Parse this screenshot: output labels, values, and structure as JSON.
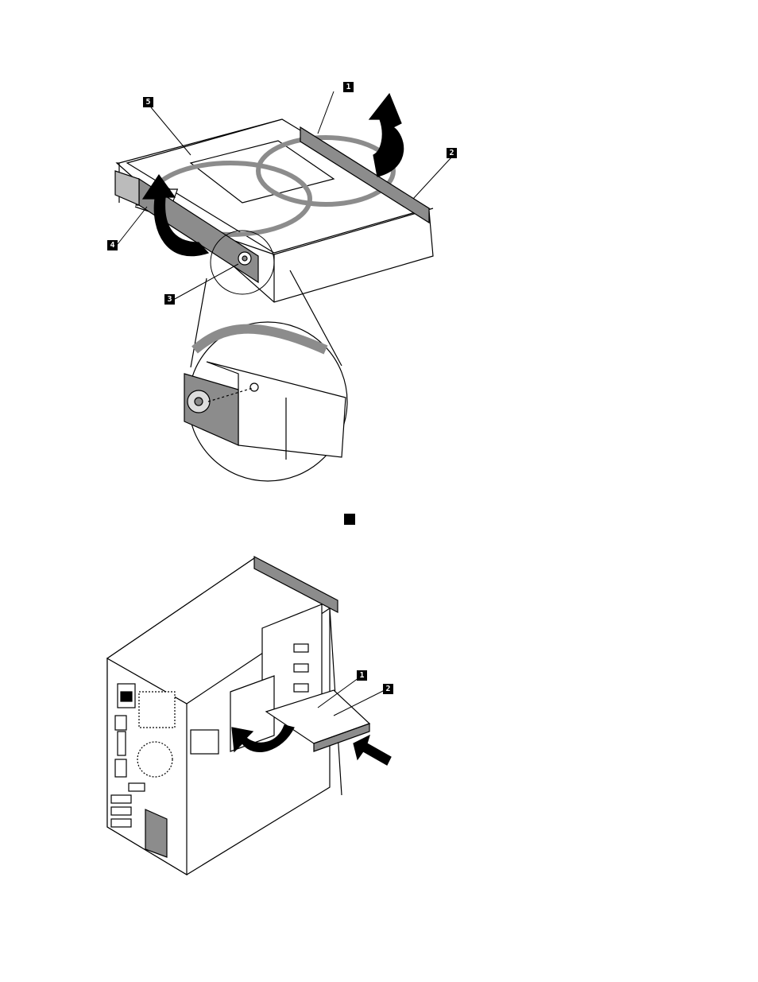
{
  "figure1": {
    "callouts": [
      "1",
      "2",
      "3",
      "4",
      "5"
    ],
    "description_icon": "drive-retainer-illustration"
  },
  "inline_callout": {
    "label": ""
  },
  "figure2": {
    "callouts": [
      "1",
      "2"
    ],
    "description_icon": "computer-chassis-illustration"
  },
  "colors": {
    "line": "#000000",
    "gray": "#8c8c8c",
    "light": "#d9d9d9"
  }
}
